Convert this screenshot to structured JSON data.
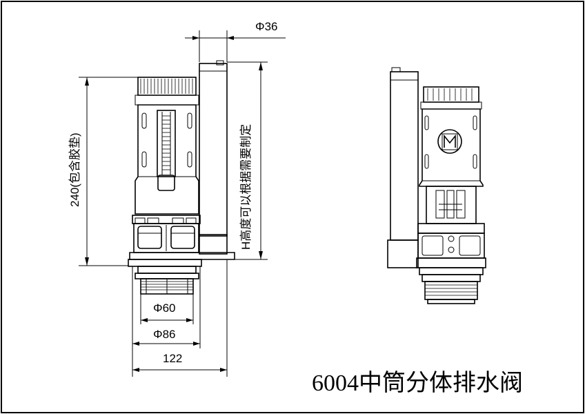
{
  "drawing": {
    "caption": "6004中筒分体排水阀",
    "dimensions": {
      "top_diameter": "36",
      "height_total": "240(包含胶垫)",
      "height_note": "H高度可以根据需要制定",
      "thread_diameter": "60",
      "base_diameter": "86",
      "overall_width": "122"
    },
    "phi_symbol": "Φ"
  }
}
